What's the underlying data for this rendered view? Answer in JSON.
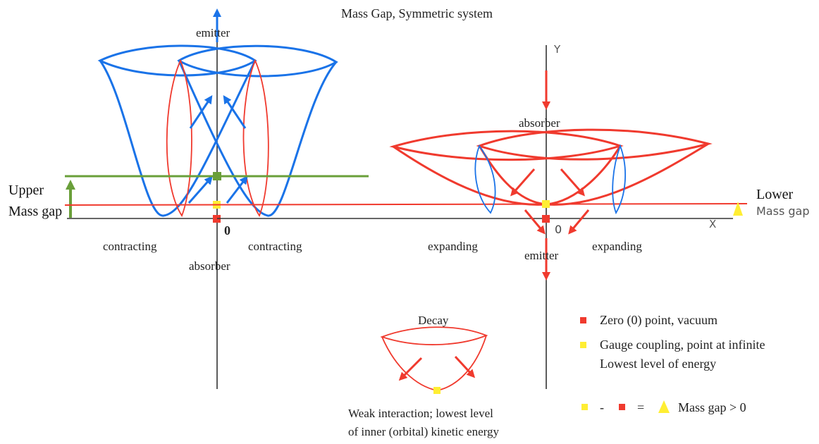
{
  "title": "Mass Gap, Symmetric system",
  "left_system": {
    "emitter_label": "emitter",
    "absorber_label": "absorber",
    "left_label": "contracting",
    "right_label": "contracting",
    "origin_label": "0",
    "upper_label": "Upper",
    "mass_gap_label": "Mass gap"
  },
  "right_system": {
    "axis_y_label": "Y",
    "axis_x_label": "X",
    "absorber_label": "absorber",
    "emitter_label": "emitter",
    "left_label": "expanding",
    "right_label": "expanding",
    "origin_label": "0",
    "lower_label": "Lower",
    "mass_gap_label": "Mass gap"
  },
  "decay": {
    "title": "Decay",
    "caption_line1": "Weak interaction; lowest level",
    "caption_line2": "of inner (orbital) kinetic energy"
  },
  "legend": {
    "zero_point": "Zero (0) point, vacuum",
    "gauge_line1": "Gauge coupling, point at infinite",
    "gauge_line2": "Lowest level of energy",
    "minus_sign": "-",
    "equals_sign": "=",
    "mass_gap": "Mass gap > 0"
  },
  "colors": {
    "blue": "#1a73e8",
    "red": "#f03a2e",
    "green": "#6a9f3a",
    "yellow": "#ffee33",
    "axis": "#333333"
  }
}
